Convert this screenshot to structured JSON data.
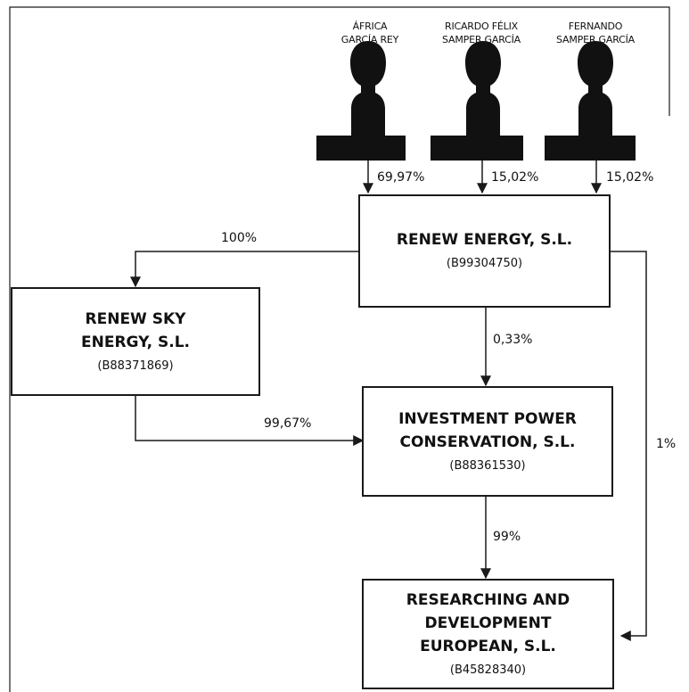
{
  "shareholders": [
    {
      "name_lines": [
        "ÁFRICA",
        "GARCÍA REY"
      ],
      "stake": "69,97%",
      "icon": "person-silhouette-icon"
    },
    {
      "name_lines": [
        "RICARDO FÉLIX",
        "SAMPER GARCÍA"
      ],
      "stake": "15,02%",
      "icon": "person-silhouette-icon"
    },
    {
      "name_lines": [
        "FERNANDO",
        "SAMPER GARCÍA"
      ],
      "stake": "15,02%",
      "icon": "person-silhouette-icon"
    }
  ],
  "companies": {
    "renew_energy": {
      "name_lines": [
        "RENEW ENERGY, S.L."
      ],
      "cif": "(B99304750)"
    },
    "renew_sky": {
      "name_lines": [
        "RENEW SKY",
        "ENERGY, S.L."
      ],
      "cif": "(B88371869)"
    },
    "investment": {
      "name_lines": [
        "INVESTMENT POWER",
        "CONSERVATION, S.L."
      ],
      "cif": "(B88361530)"
    },
    "researching": {
      "name_lines": [
        "RESEARCHING AND",
        "DEVELOPMENT",
        "EUROPEAN, S.L."
      ],
      "cif": "(B45828340)"
    }
  },
  "links": {
    "renew_to_sky": "100%",
    "renew_to_investment": "0,33%",
    "sky_to_investment": "99,67%",
    "investment_to_researching": "99%",
    "renew_to_researching": "1%"
  }
}
